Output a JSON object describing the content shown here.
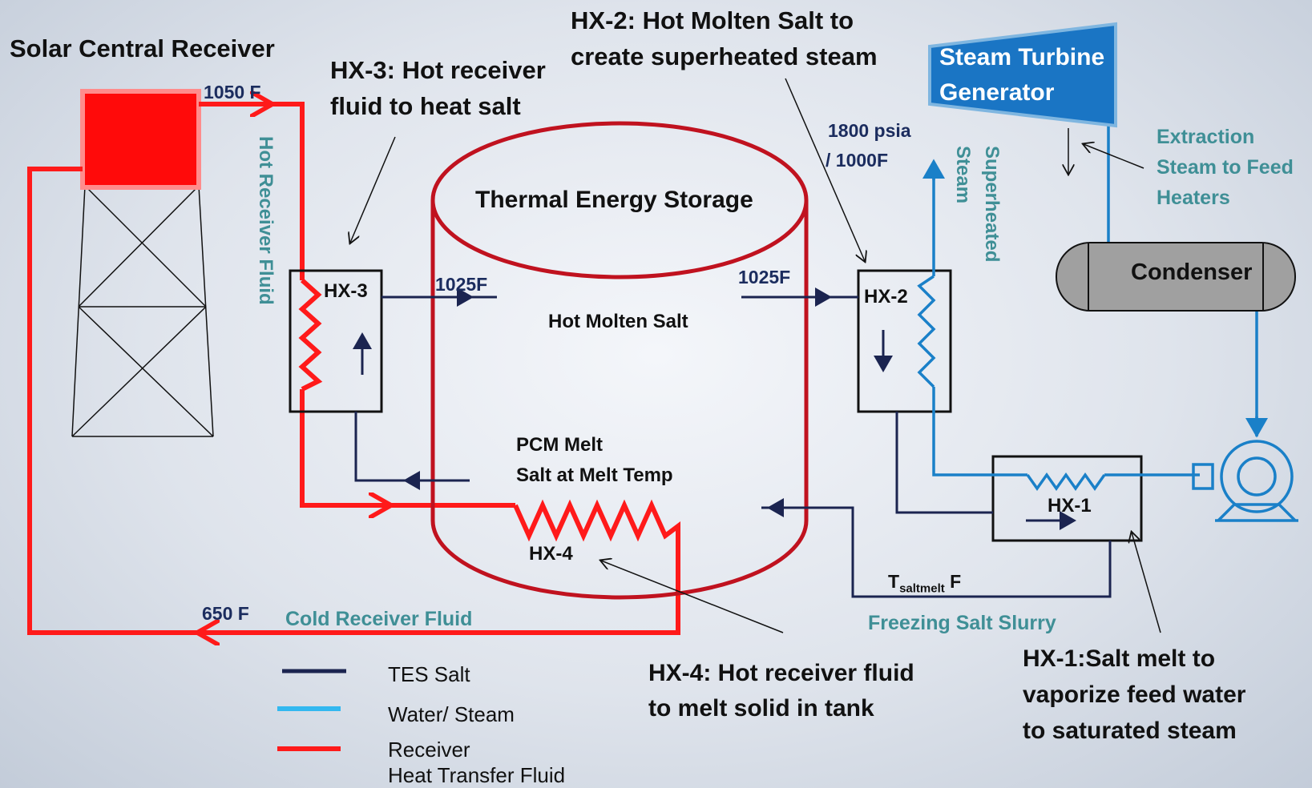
{
  "labels": {
    "solar_receiver": "Solar Central Receiver",
    "hx3_title_1": "HX-3: Hot receiver",
    "hx3_title_2": "fluid to heat salt",
    "hx2_title_1": "HX-2: Hot Molten Salt to",
    "hx2_title_2": "create superheated steam",
    "turbine_1": "Steam Turbine",
    "turbine_2": "Generator",
    "extraction_1": "Extraction",
    "extraction_2": "Steam to Feed",
    "extraction_3": "Heaters",
    "condenser": "Condenser",
    "tes": "Thermal  Energy Storage",
    "hot_salt": "Hot Molten Salt",
    "pcm_1": "PCM Melt",
    "pcm_2": "Salt at Melt Temp",
    "hx3": "HX-3",
    "hx2": "HX-2",
    "hx1": "HX-1",
    "hx4": "HX-4",
    "t1050": "1050 F",
    "t1025a": "1025F",
    "t1025b": "1025F",
    "press_1": "1800 psia",
    "press_2": "/ 1000F",
    "t650": "650 F",
    "tsalt_T": "T",
    "tsalt_sub": "saltmelt",
    "tsalt_F": " F",
    "hot_receiver_fluid": "Hot Receiver Fluid",
    "superheated": "Superheated",
    "steam": "Steam",
    "cold_receiver_fluid": "Cold Receiver Fluid",
    "freezing_slurry": "Freezing Salt Slurry",
    "hx4_desc_1": "HX-4: Hot receiver fluid",
    "hx4_desc_2": "to melt solid in tank",
    "hx1_desc_1": "HX-1:Salt melt to",
    "hx1_desc_2": "vaporize feed water",
    "hx1_desc_3": "to saturated  steam"
  },
  "legend": {
    "tes_salt": "TES Salt",
    "water_steam": "Water/ Steam",
    "receiver_1": "Receiver",
    "receiver_2": "Heat Transfer Fluid"
  },
  "colors": {
    "receiver_fluid": "#ff1a1a",
    "tes_salt": "#1b2450",
    "water_steam": "#1a80c8",
    "tank": "#c0121f",
    "turbine": "#1a75c4",
    "condenser": "#9a9a9a",
    "teal_label": "#3f8f96",
    "navy_label": "#1b2c5e"
  }
}
